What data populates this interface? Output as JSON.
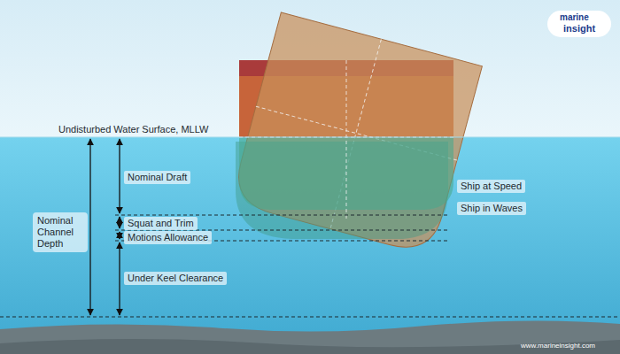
{
  "diagram": {
    "labels": [
      "Undisturbed Water Surface, MLLW",
      "Nominal Draft",
      "Squat and Trim",
      "Motions Allowance",
      "Under Keel Clearance",
      "Nominal Channel Depth",
      "Ship at Speed",
      "Ship in Waves",
      "marine",
      "insight",
      "www.marineinsight.com"
    ]
  }
}
